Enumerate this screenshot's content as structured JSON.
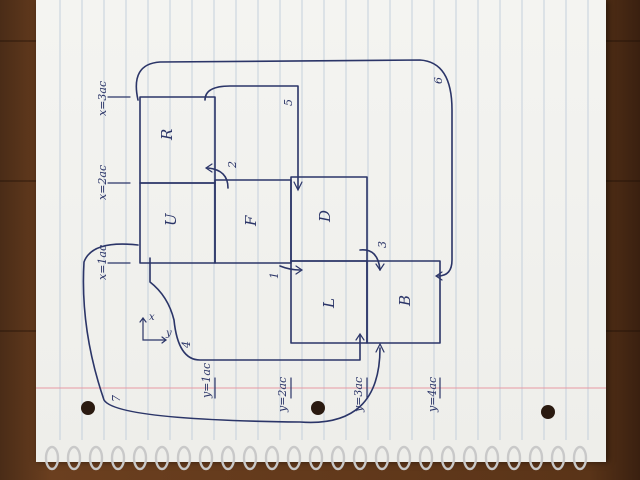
{
  "image": {
    "subject": "spiral notebook page with a hand-drawn cube net sketch",
    "colors": {
      "ink": "#2b3568",
      "paper": "#f2f2ef",
      "rule_lines": "#b9c7d8",
      "margin_line": "#e79aa3",
      "wood": "#5a3418"
    }
  },
  "faces": {
    "r": "R",
    "u": "U",
    "f": "F",
    "d": "D",
    "l": "L",
    "b": "B"
  },
  "x_marks": {
    "x1": "x=1ac",
    "x2": "x=2ac",
    "x3": "x=3ac"
  },
  "y_marks": {
    "y1": "y=1ac",
    "y2": "y=2ac",
    "y3": "y=3ac",
    "y4": "y=4ac"
  },
  "edges": {
    "e1": "1",
    "e2": "2",
    "e3": "3",
    "e4": "4",
    "e5": "5",
    "e6": "6",
    "e7": "7"
  },
  "axis_labels": {
    "x": "x",
    "y": "y"
  }
}
